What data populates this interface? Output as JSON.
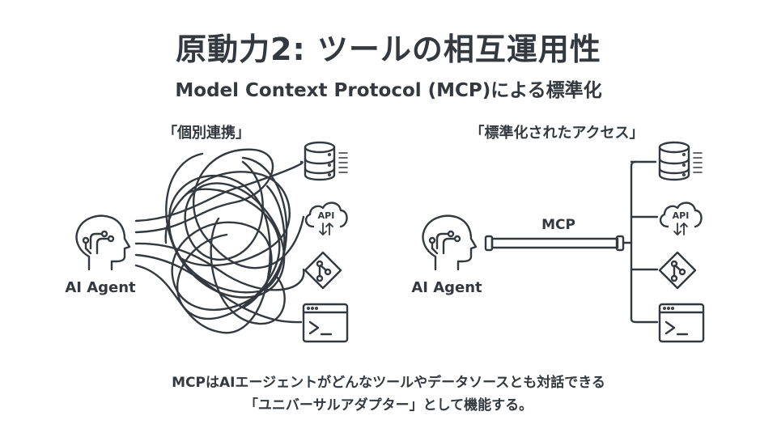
{
  "title": "原動力2: ツールの相互運用性",
  "subtitle": "Model Context Protocol (MCP)による標準化",
  "left_panel": {
    "label": "「個別連携」",
    "agent_label": "AI Agent"
  },
  "right_panel": {
    "label": "「標準化されたアクセス」",
    "agent_label": "AI Agent",
    "connector_label": "MCP"
  },
  "tools": [
    {
      "icon": "database-icon"
    },
    {
      "icon": "cloud-api-icon",
      "text": "API"
    },
    {
      "icon": "git-icon"
    },
    {
      "icon": "terminal-icon"
    }
  ],
  "footer": {
    "line1": "MCPはAIエージェントがどんなツールやデータソースとも対話できる",
    "line2": "「ユニバーサルアダプター」として機能する。"
  },
  "colors": {
    "ink": "#33393e",
    "background": "#ffffff"
  }
}
